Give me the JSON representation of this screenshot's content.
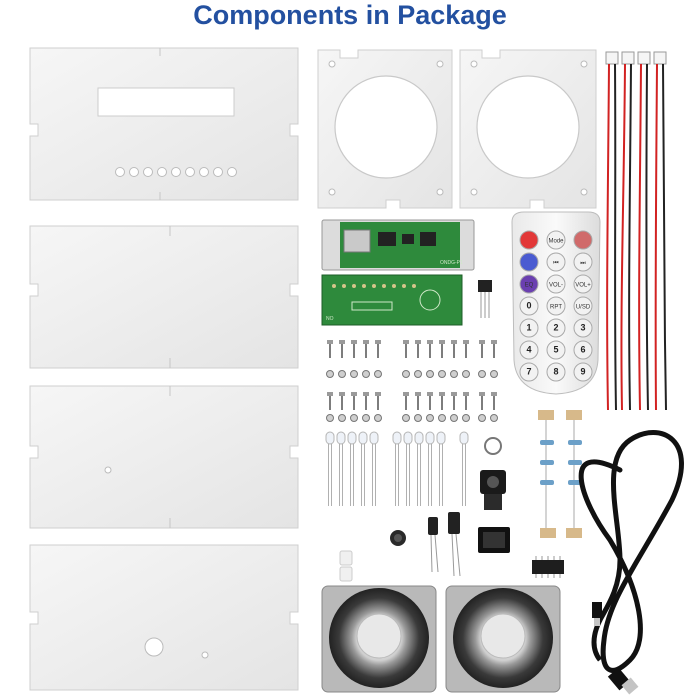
{
  "title": "Components in Package",
  "remote": {
    "buttons": [
      {
        "label": ""
      },
      {
        "label": "Mode"
      },
      {
        "label": ""
      },
      {
        "label": ""
      },
      {
        "label": "⏮"
      },
      {
        "label": "⏭"
      },
      {
        "label": "EQ"
      },
      {
        "label": "VOL-"
      },
      {
        "label": "VOL+"
      },
      {
        "label": "0"
      },
      {
        "label": "RPT"
      },
      {
        "label": "U/SD"
      },
      {
        "label": "1"
      },
      {
        "label": "2"
      },
      {
        "label": "3"
      },
      {
        "label": "4"
      },
      {
        "label": "5"
      },
      {
        "label": "6"
      },
      {
        "label": "7"
      },
      {
        "label": "8"
      },
      {
        "label": "9"
      }
    ]
  },
  "board": {
    "label_a": "ONDG-P1",
    "label_b": "NO"
  },
  "colors": {
    "title": "#2350a0",
    "acrylic": "#eeeeee",
    "pcb": "#2e8a3c",
    "wire_red": "#d22222",
    "wire_black": "#222222"
  }
}
